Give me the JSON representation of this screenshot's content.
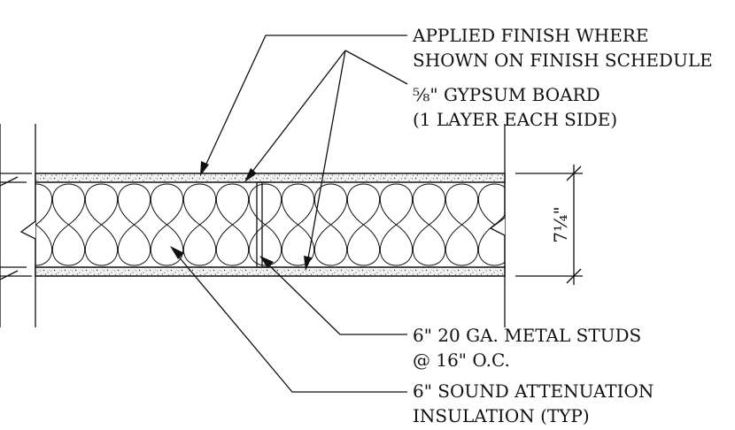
{
  "diagram": {
    "notes": {
      "applied_finish": {
        "line1": "APPLIED FINISH WHERE",
        "line2": "SHOWN ON FINISH SCHEDULE"
      },
      "gypsum": {
        "size": "⅝\"",
        "line1": "GYPSUM BOARD",
        "line2": "(1 LAYER EACH SIDE)"
      },
      "studs": {
        "line1": "6\" 20 GA. METAL STUDS",
        "line2": "@ 16\" O.C."
      },
      "insulation": {
        "line1": "6\" SOUND ATTENUATION",
        "line2": "INSULATION (TYP)"
      }
    },
    "dimension": {
      "value": "7¼\""
    }
  }
}
